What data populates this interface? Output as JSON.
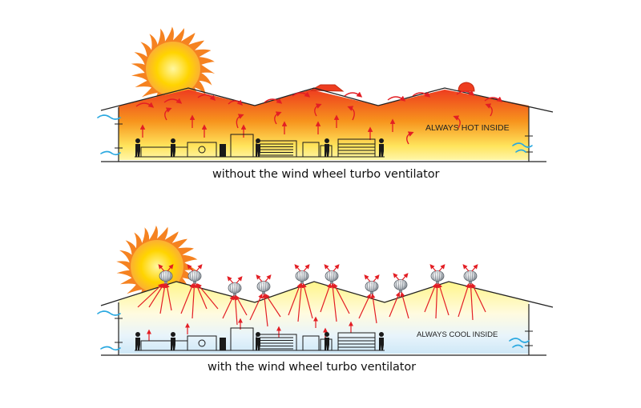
{
  "top_panel": {
    "inside_label": "ALWAYS HOT INSIDE",
    "caption": "without the wind wheel turbo  ventilator"
  },
  "bottom_panel": {
    "inside_label": "ALWAYS COOL INSIDE",
    "caption": "with the wind wheel turbo ventilator"
  },
  "colors": {
    "sun": "#ffd400",
    "sun_rays": "#f58220",
    "hot_top": "#ee3d1f",
    "hot_bottom": "#fff6a8",
    "cool_top": "#fff58a",
    "cool_bottom": "#cfe8f7",
    "arrow": "#e31e24",
    "breeze": "#29a8e0",
    "machinery": "#1a1a1a"
  }
}
